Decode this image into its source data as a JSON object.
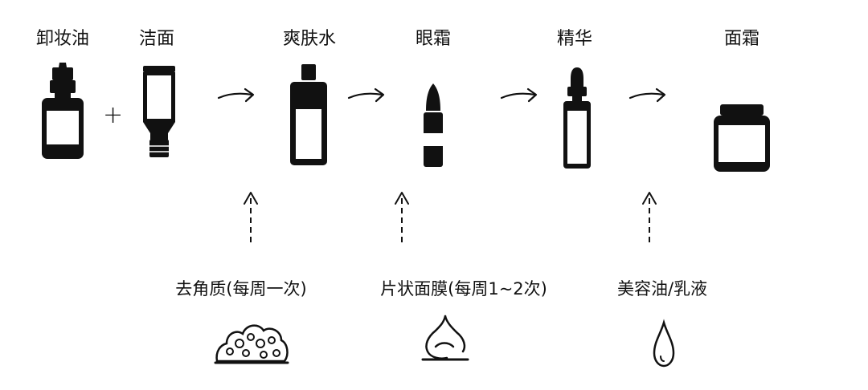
{
  "steps": [
    {
      "label": "卸妆油",
      "icon": "pump-bottle-icon"
    },
    {
      "label": "洁面",
      "icon": "tube-icon"
    },
    {
      "label": "爽肤水",
      "icon": "toner-bottle-icon"
    },
    {
      "label": "眼霜",
      "icon": "eye-cream-bottle-icon"
    },
    {
      "label": "精华",
      "icon": "dropper-bottle-icon"
    },
    {
      "label": "面霜",
      "icon": "cream-jar-icon"
    }
  ],
  "plus_symbol": "+",
  "optional_steps": [
    {
      "label": "去角质(每周一次)",
      "icon": "exfoliant-foam-icon"
    },
    {
      "label": "片状面膜(每周1~2次)",
      "icon": "sheet-mask-icon"
    },
    {
      "label": "美容油/乳液",
      "icon": "droplet-icon"
    }
  ],
  "colors": {
    "ink": "#111111",
    "label_fill": "#ffffff"
  }
}
